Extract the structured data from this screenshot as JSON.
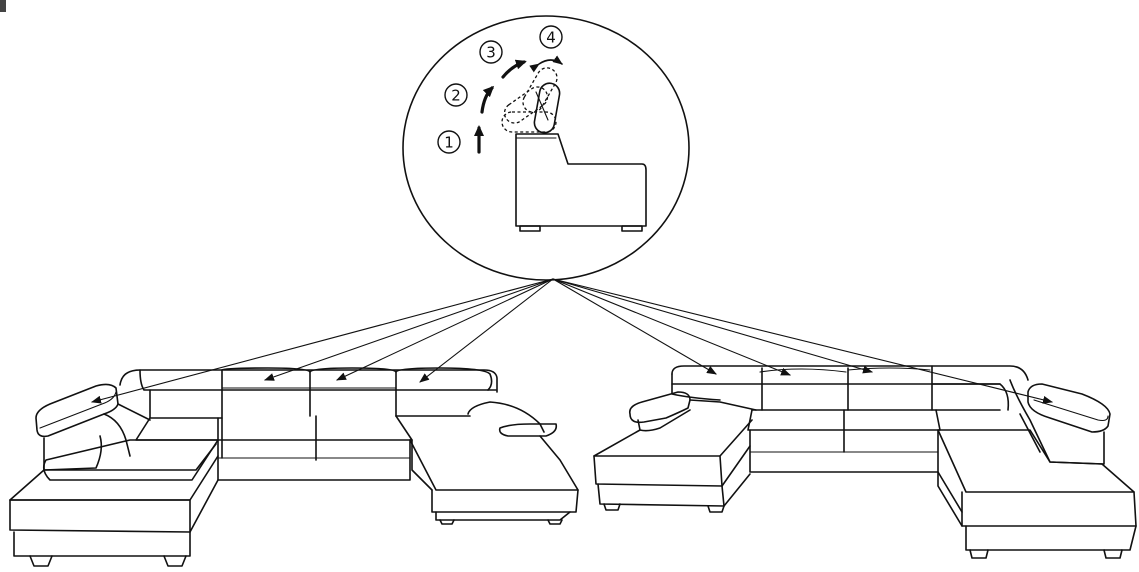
{
  "steps": [
    {
      "number": "1"
    },
    {
      "number": "2"
    },
    {
      "number": "3"
    },
    {
      "number": "4"
    }
  ],
  "colors": {
    "line": "#111111",
    "background": "#ffffff"
  }
}
